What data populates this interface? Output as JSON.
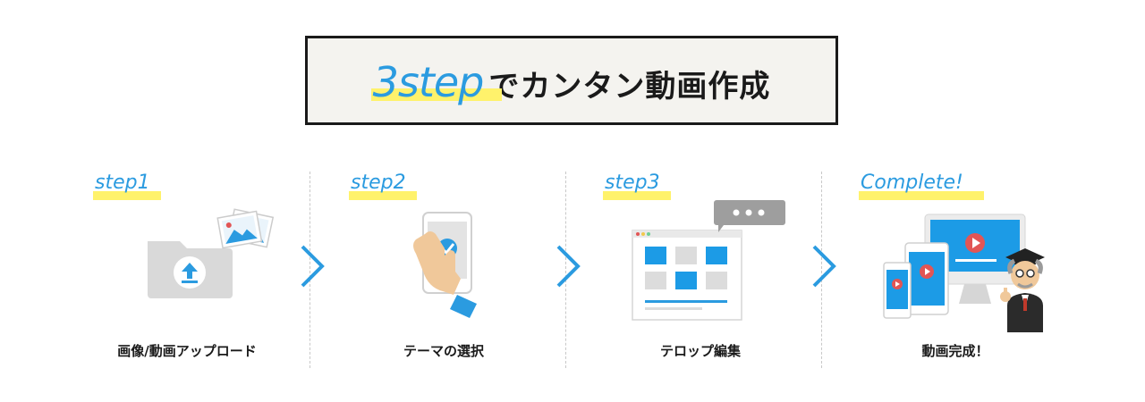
{
  "header": {
    "title_accent": "3step",
    "title_text": "でカンタン動画作成"
  },
  "steps": [
    {
      "label": "step1",
      "caption": "画像/動画アップロード",
      "icon": "folder-upload-icon"
    },
    {
      "label": "step2",
      "caption": "テーマの選択",
      "icon": "smartphone-check-icon"
    },
    {
      "label": "step3",
      "caption": "テロップ編集",
      "icon": "editor-window-icon"
    },
    {
      "label": "Complete!",
      "caption": "動画完成！",
      "icon": "multi-device-video-icon"
    }
  ],
  "colors": {
    "accent": "#2b9be0",
    "highlight": "#fff26b",
    "frame": "#1a1a1a",
    "title_bg": "#f4f3ef"
  }
}
